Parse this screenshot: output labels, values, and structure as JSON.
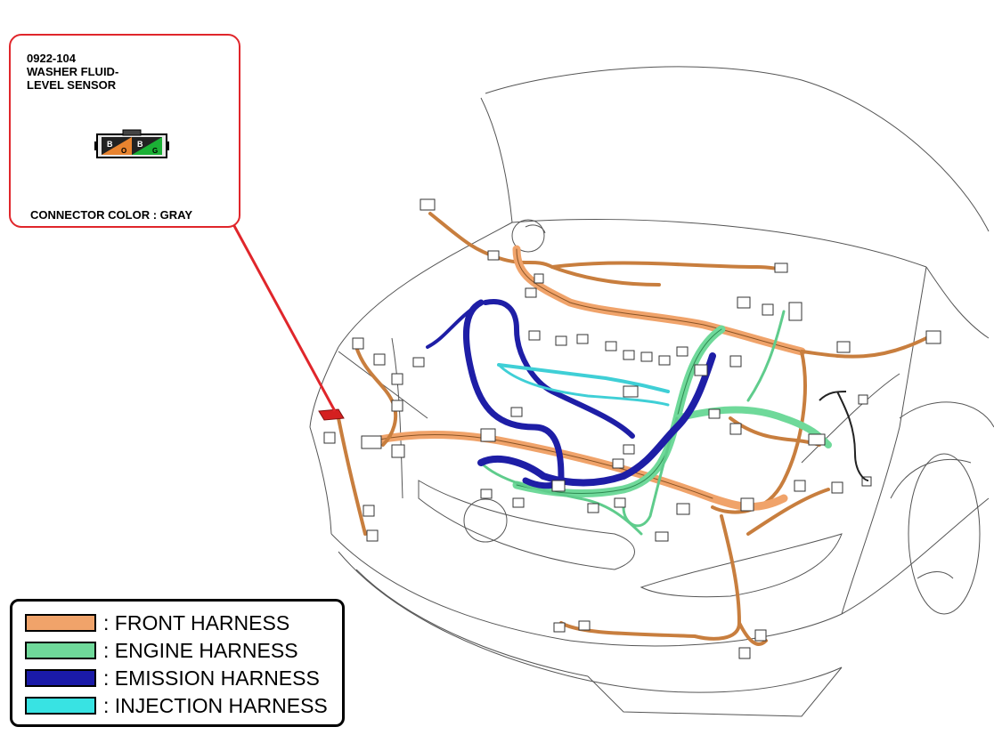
{
  "callout": {
    "code": "0922-104",
    "name": "WASHER FLUID-\nLEVEL SENSOR",
    "connector_color_text": "CONNECTOR COLOR : GRAY",
    "pins": [
      {
        "label": "B",
        "wire": "O",
        "fill": "#e8832f"
      },
      {
        "label": "B",
        "wire": "G",
        "fill": "#1bb035"
      }
    ],
    "border_color": "#e0262b"
  },
  "legend": [
    {
      "label": ": FRONT HARNESS",
      "color": "#f0a36a"
    },
    {
      "label": ": ENGINE HARNESS",
      "color": "#6fd99a"
    },
    {
      "label": ": EMISSION HARNESS",
      "color": "#1a1aa8"
    },
    {
      "label": ": INJECTION HARNESS",
      "color": "#38e3e3"
    }
  ],
  "harness_colors": {
    "front": "#d9904e",
    "front_fill": "#f0a36a",
    "engine": "#5fcc8c",
    "emission": "#1e1ea6",
    "injection": "#3fcfd6",
    "sensor_marker": "#d42020"
  }
}
